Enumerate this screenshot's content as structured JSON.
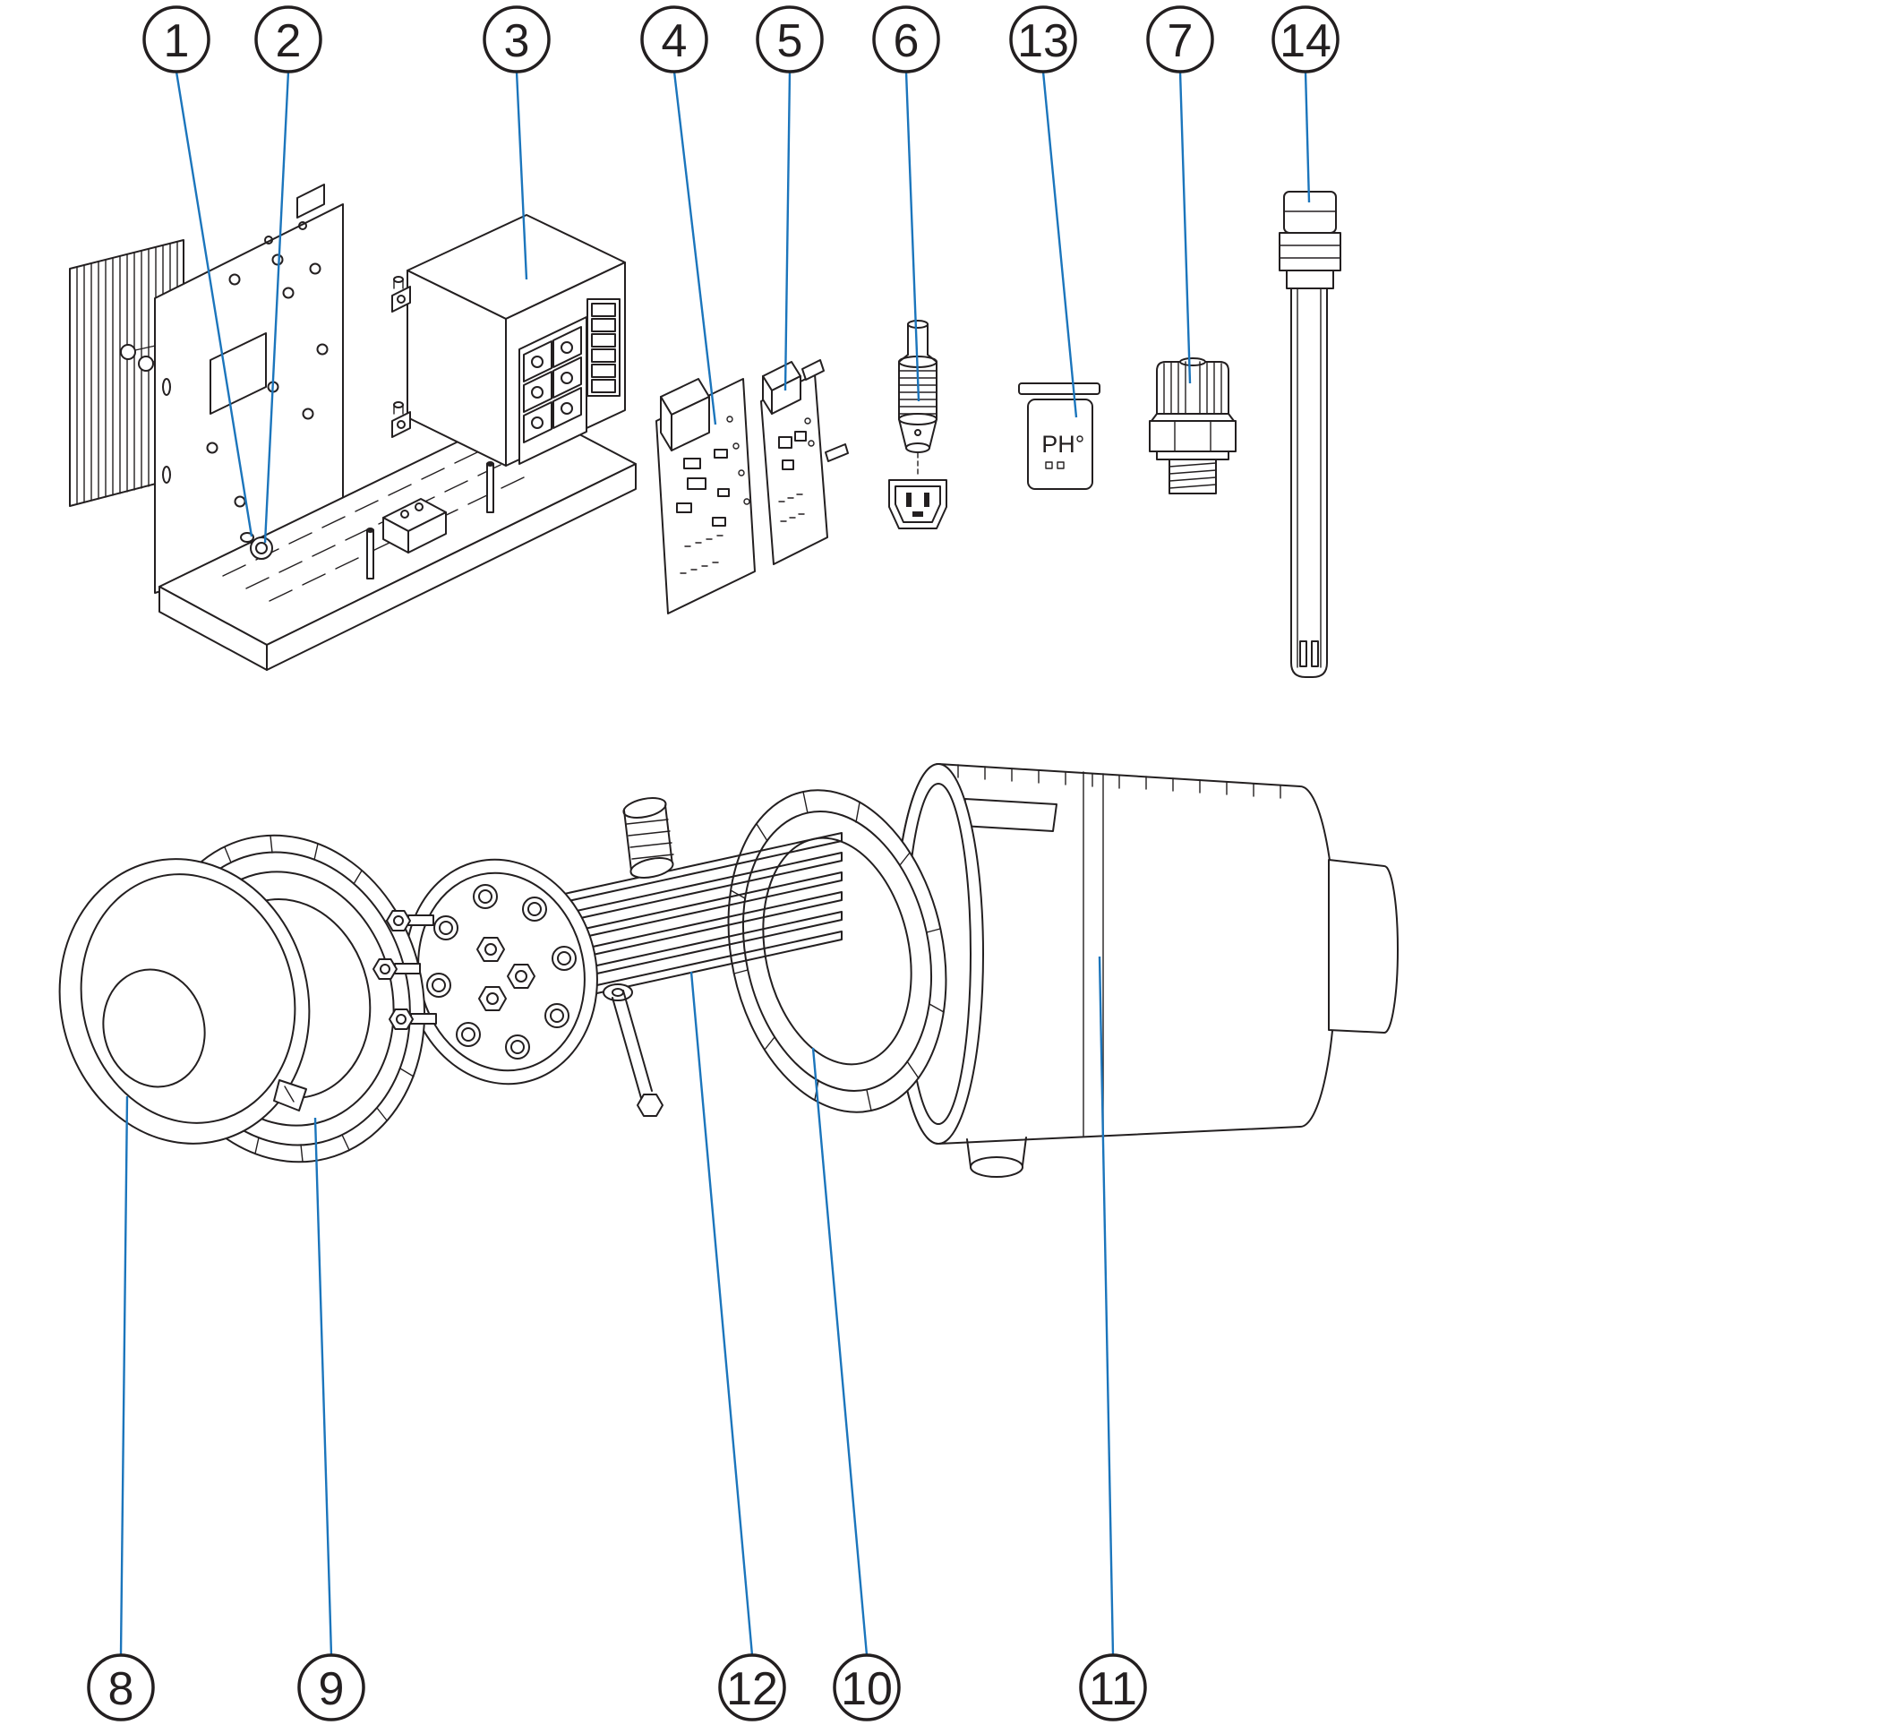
{
  "colors": {
    "background": "#ffffff",
    "line": "#231f20",
    "leader": "#1b75bc"
  },
  "labels": {
    "ph_module": "PH"
  },
  "callouts": [
    {
      "label": "1"
    },
    {
      "label": "2"
    },
    {
      "label": "3"
    },
    {
      "label": "4"
    },
    {
      "label": "5"
    },
    {
      "label": "6"
    },
    {
      "label": "13"
    },
    {
      "label": "7"
    },
    {
      "label": "14"
    },
    {
      "label": "8"
    },
    {
      "label": "9"
    },
    {
      "label": "12"
    },
    {
      "label": "10"
    },
    {
      "label": "11"
    }
  ]
}
